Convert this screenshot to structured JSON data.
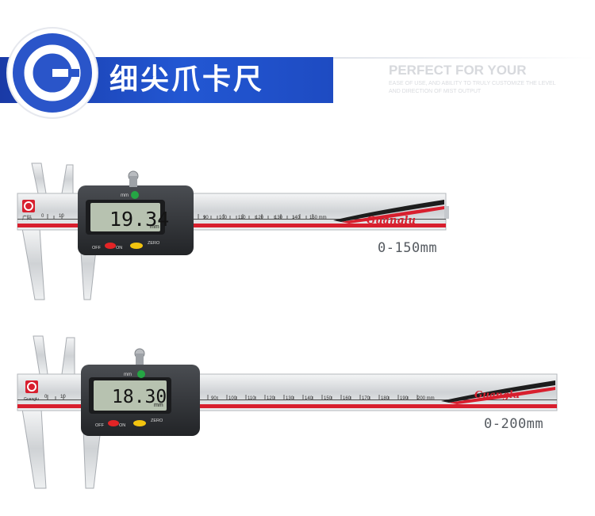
{
  "header": {
    "title": "细尖爪卡尺",
    "logo_icon": "guanglu-logo-icon",
    "tagline_head": "PERFECT FOR YOUR",
    "tagline_sub": "EASE OF USE, AND ABILITY TO TRULY CUSTOMIZE THE LEVEL AND DIRECTION OF MIST OUTPUT",
    "accent_color": "#2257d3"
  },
  "calipers": [
    {
      "reading": "19.34",
      "unit": "mm",
      "unit_top": "mm",
      "brand": "Guanglu",
      "maker_mark": "广陆",
      "buttons": [
        "OFF",
        "ON",
        "ZERO"
      ],
      "scale_low": [
        "0",
        "10"
      ],
      "scale_high": [
        "90",
        "100",
        "110",
        "120",
        "130",
        "140",
        "150 mm"
      ],
      "range_label": "0-150mm"
    },
    {
      "reading": "18.30",
      "unit": "mm",
      "unit_top": "mm",
      "brand": "Guanglu",
      "maker_mark": "Guanglu",
      "buttons": [
        "OFF",
        "ON",
        "ZERO"
      ],
      "scale_low": [
        "0",
        "10"
      ],
      "scale_high": [
        "90",
        "100",
        "110",
        "120",
        "130",
        "140",
        "150",
        "160",
        "170",
        "180",
        "190",
        "200 mm"
      ],
      "range_label": "0-200mm"
    }
  ]
}
